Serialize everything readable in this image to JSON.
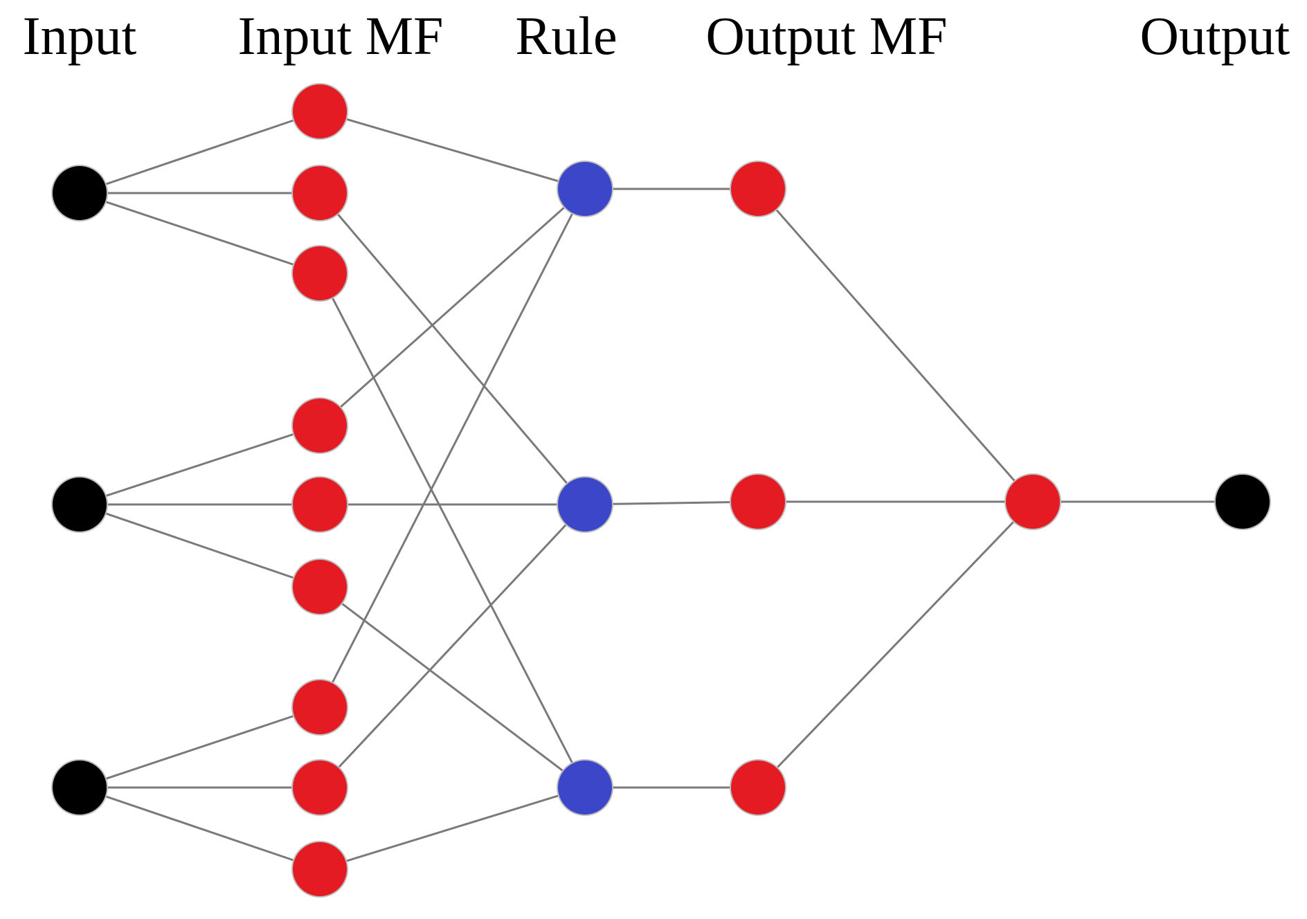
{
  "labels": {
    "input": "Input",
    "input_mf": "Input MF",
    "rule": "Rule",
    "output_mf": "Output MF",
    "output": "Output"
  },
  "colors": {
    "input_node": "#000000",
    "membership_node": "#e41b23",
    "rule_node": "#3b46c8",
    "output_node": "#000000",
    "edge": "#7a7a7a"
  },
  "layers": {
    "input": [
      "in-1",
      "in-2",
      "in-3"
    ],
    "input_mf": [
      "mf-1",
      "mf-2",
      "mf-3",
      "mf-4",
      "mf-5",
      "mf-6",
      "mf-7",
      "mf-8",
      "mf-9"
    ],
    "rule": [
      "rule-1",
      "rule-2",
      "rule-3"
    ],
    "output_mf": [
      "omf-1",
      "omf-2",
      "omf-3"
    ],
    "aggregation": [
      "agg"
    ],
    "output": [
      "out"
    ]
  },
  "edges": [
    [
      "in-1",
      "mf-1"
    ],
    [
      "in-1",
      "mf-2"
    ],
    [
      "in-1",
      "mf-3"
    ],
    [
      "in-2",
      "mf-4"
    ],
    [
      "in-2",
      "mf-5"
    ],
    [
      "in-2",
      "mf-6"
    ],
    [
      "in-3",
      "mf-7"
    ],
    [
      "in-3",
      "mf-8"
    ],
    [
      "in-3",
      "mf-9"
    ],
    [
      "mf-1",
      "rule-1"
    ],
    [
      "mf-4",
      "rule-1"
    ],
    [
      "mf-7",
      "rule-1"
    ],
    [
      "mf-2",
      "rule-2"
    ],
    [
      "mf-5",
      "rule-2"
    ],
    [
      "mf-8",
      "rule-2"
    ],
    [
      "mf-3",
      "rule-3"
    ],
    [
      "mf-6",
      "rule-3"
    ],
    [
      "mf-9",
      "rule-3"
    ],
    [
      "rule-1",
      "omf-1"
    ],
    [
      "rule-2",
      "omf-2"
    ],
    [
      "rule-3",
      "omf-3"
    ],
    [
      "omf-1",
      "agg"
    ],
    [
      "omf-2",
      "agg"
    ],
    [
      "omf-3",
      "agg"
    ],
    [
      "agg",
      "out"
    ]
  ]
}
